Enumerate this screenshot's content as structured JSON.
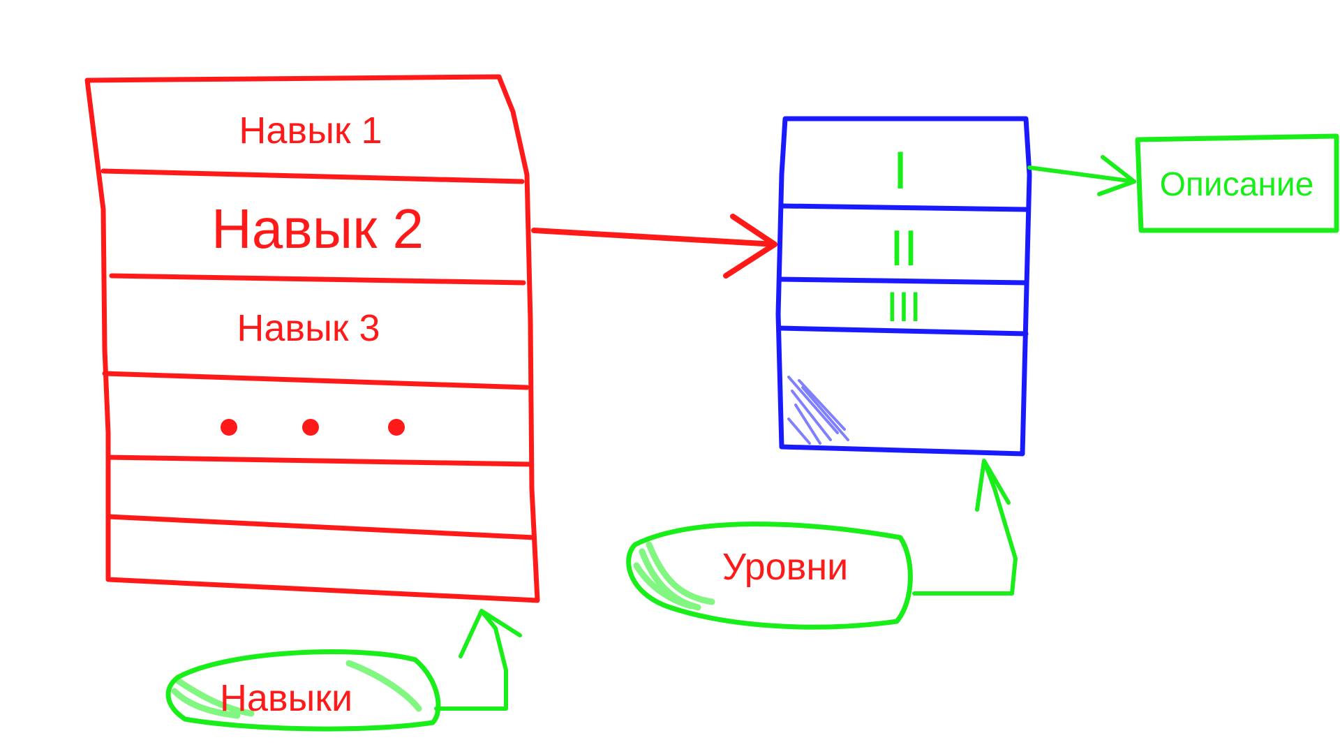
{
  "skills_table": {
    "rows": [
      {
        "label": "Навык 1"
      },
      {
        "label": "Навык 2"
      },
      {
        "label": "Навык 3"
      },
      {
        "label": "• • •"
      },
      {
        "label": ""
      },
      {
        "label": ""
      }
    ]
  },
  "levels_table": {
    "rows": [
      {
        "label": "I"
      },
      {
        "label": "II"
      },
      {
        "label": "III"
      }
    ]
  },
  "description_box": {
    "label": "Описание"
  },
  "callouts": {
    "skills": "Навыки",
    "levels": "Уровни"
  },
  "colors": {
    "red": "#ff1a1a",
    "blue": "#1a1aff",
    "green": "#1aee1a",
    "blue_fill": "#6a6aff"
  }
}
